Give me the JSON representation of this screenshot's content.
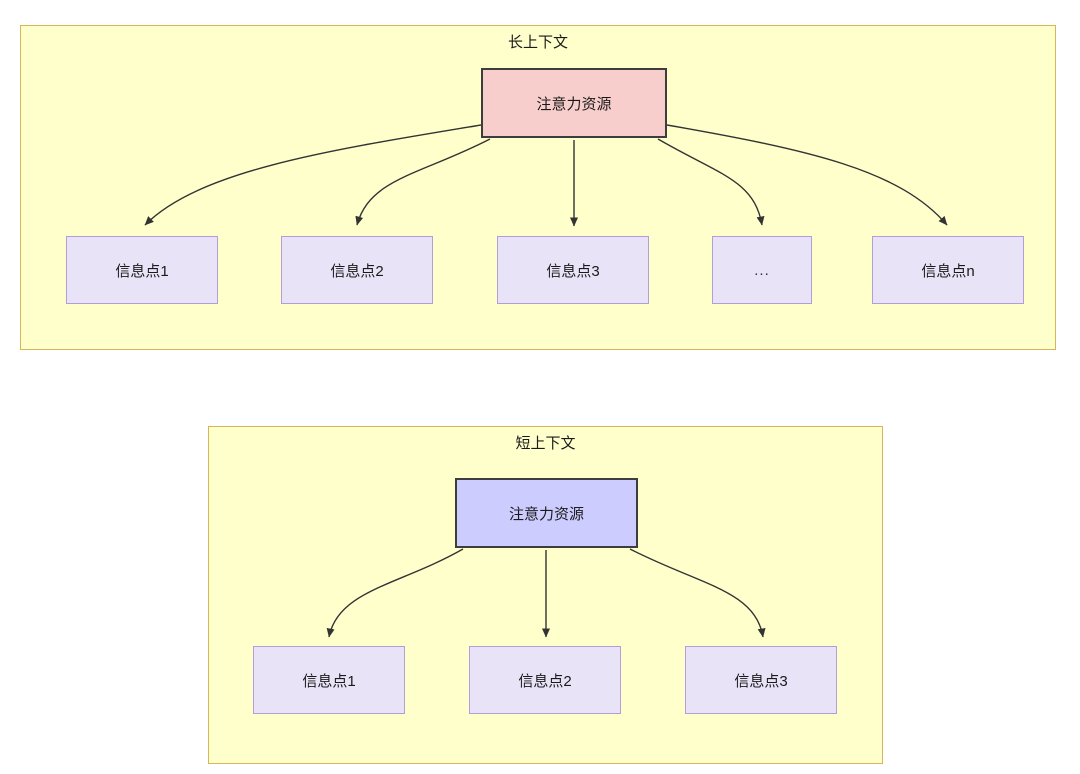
{
  "diagram": {
    "title_top": "长上下文",
    "title_bottom": "短上下文",
    "colors": {
      "container_fill": "#ffffcc",
      "container_border": "#d6b656",
      "attention_long_fill": "#f8cecc",
      "attention_short_fill": "#ccccff",
      "attention_border": "#3d3d3d",
      "info_fill": "#e9e3f8",
      "info_border": "#b39ddb",
      "edge_stroke": "#333333"
    }
  },
  "long_context": {
    "title": "长上下文",
    "attention_node": {
      "label": "注意力资源"
    },
    "info_nodes": [
      {
        "label": "信息点1"
      },
      {
        "label": "信息点2"
      },
      {
        "label": "信息点3"
      },
      {
        "label": "..."
      },
      {
        "label": "信息点n"
      }
    ]
  },
  "short_context": {
    "title": "短上下文",
    "attention_node": {
      "label": "注意力资源"
    },
    "info_nodes": [
      {
        "label": "信息点1"
      },
      {
        "label": "信息点2"
      },
      {
        "label": "信息点3"
      }
    ]
  }
}
